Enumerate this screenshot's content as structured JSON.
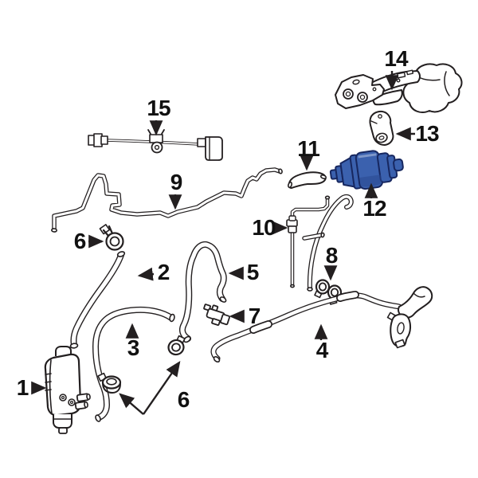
{
  "diagram": {
    "colors": {
      "background": "#ffffff",
      "line": "#231f20",
      "label_text": "#111111",
      "highlight_fill": "#3b61ae",
      "highlight_shade": "#2a4890",
      "highlight_outline": "#17275f"
    },
    "highlighted_part_number": "12",
    "callouts": {
      "n1": "1",
      "n2": "2",
      "n3": "3",
      "n4": "4",
      "n5": "5",
      "n6_upper": "6",
      "n6_lower": "6",
      "n7": "7",
      "n8": "8",
      "n9": "9",
      "n10": "10",
      "n11": "11",
      "n12": "12",
      "n13": "13",
      "n14": "14",
      "n15": "15"
    }
  }
}
